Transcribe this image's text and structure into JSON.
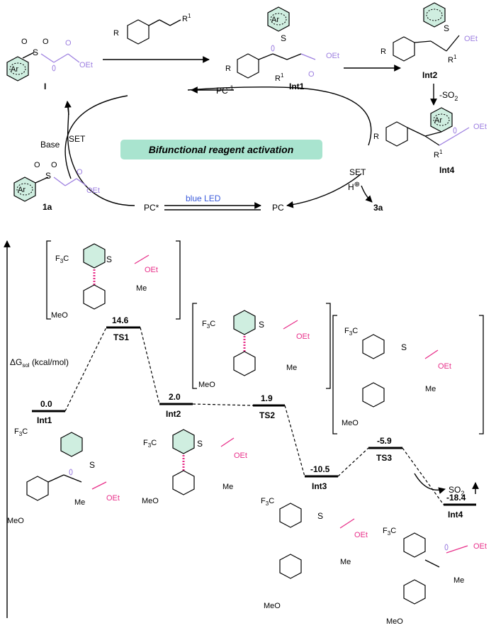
{
  "cycle": {
    "box_label": "Bifunctional reagent activation",
    "reagent_1a": "1a",
    "radical_I": "I",
    "int1": "Int1",
    "int2": "Int2",
    "int4": "Int4",
    "product_3a": "3a",
    "pc": "PC",
    "pc_star": "PC*",
    "pc_minus": "PC",
    "pc_minus_sup": "-1",
    "blue_led": "blue LED",
    "base": "Base",
    "set_left": "SET",
    "set_right": "SET",
    "so2_loss": "-SO",
    "so2_sub": "2",
    "h_plus": "H",
    "ar": "Ar",
    "r": "R",
    "r1": "R",
    "r1_sup": "1",
    "oet": "OEt",
    "s": "S",
    "o": "O"
  },
  "energy_profile": {
    "y_axis_label": "ΔG",
    "y_axis_sub": "sol",
    "y_axis_unit": "(kcal/mol)",
    "levels": [
      {
        "name": "Int1",
        "value": "0.0"
      },
      {
        "name": "TS1",
        "value": "14.6"
      },
      {
        "name": "Int2",
        "value": "2.0"
      },
      {
        "name": "TS2",
        "value": "1.9"
      },
      {
        "name": "Int3",
        "value": "-10.5"
      },
      {
        "name": "TS3",
        "value": "-5.9"
      },
      {
        "name": "Int4",
        "value": "-18.4"
      }
    ],
    "so2_release": "SO",
    "so2_release_sub": "2",
    "cf3": "F",
    "cf3_sub": "3",
    "cf3_c": "C",
    "meo": "MeO",
    "me": "Me"
  },
  "colors": {
    "aryl_fill": "#cfeee0",
    "purple": "#9d7fe0",
    "magenta": "#e8308a",
    "led_blue": "#3b5bdb",
    "box_fill": "#a9e4cf"
  }
}
